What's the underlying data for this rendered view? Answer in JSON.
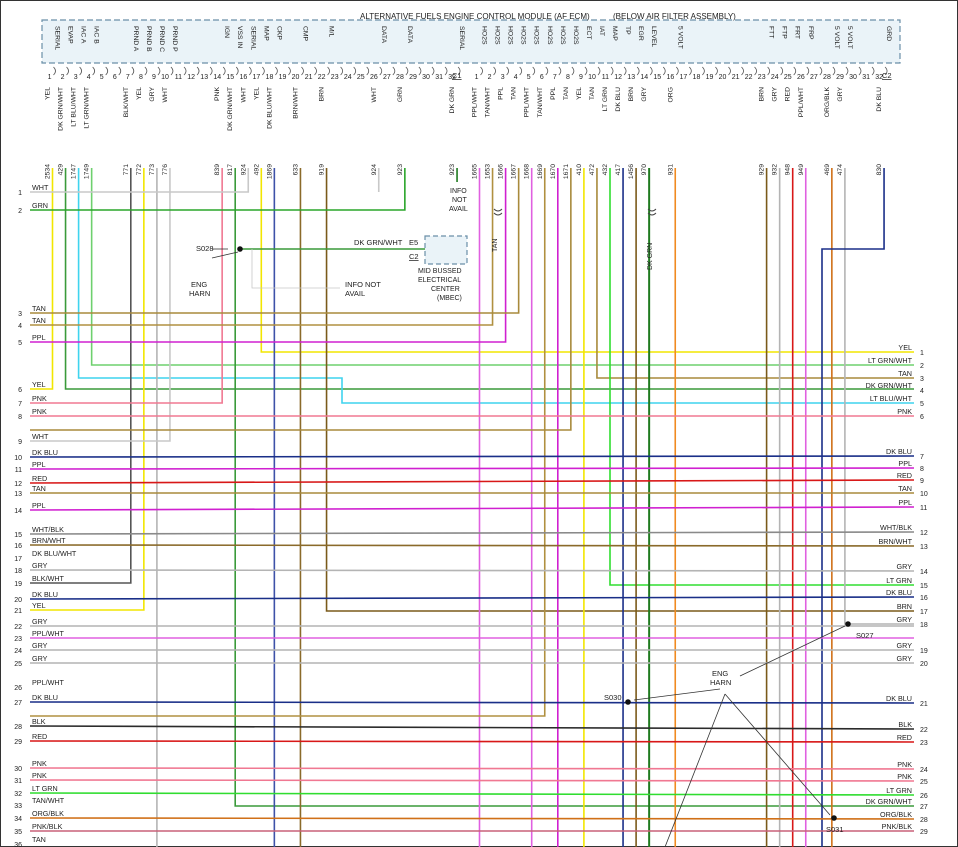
{
  "module": {
    "title": "ALTERNATIVE FUELS ENGINE CONTROL MODULE (AF ECM)",
    "subtitle": "(BELOW AIR FILTER ASSEMBLY)",
    "c1_label": "C1",
    "c2_label": "C2"
  },
  "colors": {
    "YEL": "#f2e600",
    "DK GRN/WHT": "#3a9a3a",
    "LT BLU/WHT": "#3fd4ee",
    "LT GRN/WHT": "#6ed06e",
    "BLK/WHT": "#555555",
    "GRY": "#b4b4b4",
    "WHT": "#c8c8c8",
    "PNK": "#f07892",
    "BRN/WHT": "#8a6a2a",
    "BRN": "#7a5a1a",
    "DK GRN": "#1f7a1f",
    "PPL/WHT": "#e060e0",
    "TAN/WHT": "#b09040",
    "PPL": "#d020d0",
    "TAN": "#a88a3c",
    "LT GRN": "#30dd30",
    "DK BLU": "#1a2f88",
    "ORG": "#f08a20",
    "RED": "#d81818",
    "ORG/BLK": "#d07018",
    "GRN": "#2aa52a",
    "BLK": "#2b2b2b",
    "WHT/BLK": "#8a8a8a",
    "DK BLU/WHT": "#3e52a8",
    "PNK/BLK": "#c86078"
  },
  "c1_pins": [
    {
      "pin": "1",
      "func": "SERIAL",
      "wire": "YEL",
      "circuit": "2534"
    },
    {
      "pin": "2",
      "func": "EVAP",
      "wire": "DK GRN/WHT",
      "circuit": "429"
    },
    {
      "pin": "3",
      "func": "IAC A",
      "wire": "LT BLU/WHT",
      "circuit": "1747"
    },
    {
      "pin": "4",
      "func": "IAC B",
      "wire": "LT GRN/WHT",
      "circuit": "1749"
    },
    {
      "pin": "5",
      "func": "",
      "wire": "",
      "circuit": ""
    },
    {
      "pin": "6",
      "func": "",
      "wire": "",
      "circuit": ""
    },
    {
      "pin": "7",
      "func": "PRND A",
      "wire": "BLK/WHT",
      "circuit": "771"
    },
    {
      "pin": "8",
      "func": "PRND B",
      "wire": "YEL",
      "circuit": "772"
    },
    {
      "pin": "9",
      "func": "PRND C",
      "wire": "GRY",
      "circuit": "773"
    },
    {
      "pin": "10",
      "func": "PRND P",
      "wire": "WHT",
      "circuit": "776"
    },
    {
      "pin": "11",
      "func": "",
      "wire": "",
      "circuit": ""
    },
    {
      "pin": "12",
      "func": "",
      "wire": "",
      "circuit": ""
    },
    {
      "pin": "13",
      "func": "",
      "wire": "",
      "circuit": ""
    },
    {
      "pin": "14",
      "func": "IGN",
      "wire": "PNK",
      "circuit": "839"
    },
    {
      "pin": "15",
      "func": "VSS IN",
      "wire": "DK GRN/WHT",
      "circuit": "817"
    },
    {
      "pin": "16",
      "func": "SERIAL",
      "wire": "WHT",
      "circuit": "924"
    },
    {
      "pin": "17",
      "func": "MAP",
      "wire": "YEL",
      "circuit": "492"
    },
    {
      "pin": "18",
      "func": "CKP",
      "wire": "DK BLU/WHT",
      "circuit": "1869"
    },
    {
      "pin": "19",
      "func": "",
      "wire": "",
      "circuit": ""
    },
    {
      "pin": "20",
      "func": "CMP",
      "wire": "BRN/WHT",
      "circuit": "633"
    },
    {
      "pin": "21",
      "func": "",
      "wire": "",
      "circuit": ""
    },
    {
      "pin": "22",
      "func": "M/L",
      "wire": "BRN",
      "circuit": "919"
    },
    {
      "pin": "23",
      "func": "",
      "wire": "",
      "circuit": ""
    },
    {
      "pin": "24",
      "func": "",
      "wire": "",
      "circuit": ""
    },
    {
      "pin": "25",
      "func": "",
      "wire": "",
      "circuit": ""
    },
    {
      "pin": "26",
      "func": "DATA",
      "wire": "WHT",
      "circuit": "924"
    },
    {
      "pin": "27",
      "func": "",
      "wire": "",
      "circuit": ""
    },
    {
      "pin": "28",
      "func": "DATA",
      "wire": "GRN",
      "circuit": "923"
    },
    {
      "pin": "29",
      "func": "",
      "wire": "",
      "circuit": ""
    },
    {
      "pin": "30",
      "func": "",
      "wire": "",
      "circuit": ""
    },
    {
      "pin": "31",
      "func": "",
      "wire": "",
      "circuit": ""
    },
    {
      "pin": "32",
      "func": "SERIAL",
      "wire": "DK GRN",
      "circuit": "923"
    }
  ],
  "c2_pins": [
    {
      "pin": "1",
      "func": "HO2S",
      "wire": "PPL/WHT",
      "circuit": "1665"
    },
    {
      "pin": "2",
      "func": "HO2S",
      "wire": "TAN/WHT",
      "circuit": "1653"
    },
    {
      "pin": "3",
      "func": "HO2S",
      "wire": "PPL",
      "circuit": "1666"
    },
    {
      "pin": "4",
      "func": "HO2S",
      "wire": "TAN",
      "circuit": "1667"
    },
    {
      "pin": "5",
      "func": "HO2S",
      "wire": "PPL/WHT",
      "circuit": "1668"
    },
    {
      "pin": "6",
      "func": "HO2S",
      "wire": "TAN/WHT",
      "circuit": "1669"
    },
    {
      "pin": "7",
      "func": "HO2S",
      "wire": "PPL",
      "circuit": "1670"
    },
    {
      "pin": "8",
      "func": "HO2S",
      "wire": "TAN",
      "circuit": "1671"
    },
    {
      "pin": "9",
      "func": "ECT",
      "wire": "YEL",
      "circuit": "410"
    },
    {
      "pin": "10",
      "func": "IAT",
      "wire": "TAN",
      "circuit": "472"
    },
    {
      "pin": "11",
      "func": "MAP",
      "wire": "LT GRN",
      "circuit": "432"
    },
    {
      "pin": "12",
      "func": "TP",
      "wire": "DK BLU",
      "circuit": "417"
    },
    {
      "pin": "13",
      "func": "EGR",
      "wire": "BRN",
      "circuit": "1456"
    },
    {
      "pin": "14",
      "func": "LEVEL",
      "wire": "GRY",
      "circuit": "970"
    },
    {
      "pin": "15",
      "func": "",
      "wire": "",
      "circuit": ""
    },
    {
      "pin": "16",
      "func": "5 VOLT",
      "wire": "ORG",
      "circuit": "931"
    },
    {
      "pin": "17",
      "func": "",
      "wire": "",
      "circuit": ""
    },
    {
      "pin": "18",
      "func": "",
      "wire": "",
      "circuit": ""
    },
    {
      "pin": "19",
      "func": "",
      "wire": "",
      "circuit": ""
    },
    {
      "pin": "20",
      "func": "",
      "wire": "",
      "circuit": ""
    },
    {
      "pin": "21",
      "func": "",
      "wire": "",
      "circuit": ""
    },
    {
      "pin": "22",
      "func": "",
      "wire": "",
      "circuit": ""
    },
    {
      "pin": "23",
      "func": "FTT",
      "wire": "BRN",
      "circuit": "929"
    },
    {
      "pin": "24",
      "func": "FTP",
      "wire": "GRY",
      "circuit": "932"
    },
    {
      "pin": "25",
      "func": "FRT",
      "wire": "RED",
      "circuit": "948"
    },
    {
      "pin": "26",
      "func": "FRP",
      "wire": "PPL/WHT",
      "circuit": "949"
    },
    {
      "pin": "27",
      "func": "",
      "wire": "",
      "circuit": ""
    },
    {
      "pin": "28",
      "func": "5 VOLT",
      "wire": "ORG/BLK",
      "circuit": "469"
    },
    {
      "pin": "29",
      "func": "5 VOLT",
      "wire": "GRY",
      "circuit": "474"
    },
    {
      "pin": "30",
      "func": "",
      "wire": "",
      "circuit": ""
    },
    {
      "pin": "31",
      "func": "",
      "wire": "",
      "circuit": ""
    },
    {
      "pin": "32",
      "func": "GRD",
      "wire": "DK BLU",
      "circuit": "830"
    }
  ],
  "left_wires": [
    {
      "n": "1",
      "color": "WHT"
    },
    {
      "n": "2",
      "color": "GRN"
    },
    {
      "n": "3",
      "color": "TAN"
    },
    {
      "n": "4",
      "color": "TAN"
    },
    {
      "n": "5",
      "color": "PPL"
    },
    {
      "n": "6",
      "color": "YEL"
    },
    {
      "n": "7",
      "color": "PNK"
    },
    {
      "n": "8",
      "color": "PNK"
    },
    {
      "n": "9",
      "color": "WHT"
    },
    {
      "n": "10",
      "color": "DK BLU"
    },
    {
      "n": "11",
      "color": "PPL"
    },
    {
      "n": "12",
      "color": "RED"
    },
    {
      "n": "13",
      "color": "TAN"
    },
    {
      "n": "14",
      "color": "PPL"
    },
    {
      "n": "15",
      "color": "WHT/BLK"
    },
    {
      "n": "16",
      "color": "BRN/WHT"
    },
    {
      "n": "17",
      "color": "DK BLU/WHT"
    },
    {
      "n": "18",
      "color": "GRY"
    },
    {
      "n": "19",
      "color": "BLK/WHT"
    },
    {
      "n": "20",
      "color": "DK BLU"
    },
    {
      "n": "21",
      "color": "YEL"
    },
    {
      "n": "22",
      "color": "GRY"
    },
    {
      "n": "23",
      "color": "PPL/WHT"
    },
    {
      "n": "24",
      "color": "GRY"
    },
    {
      "n": "25",
      "color": "GRY"
    },
    {
      "n": "26",
      "color": "PPL/WHT"
    },
    {
      "n": "27",
      "color": "DK BLU"
    },
    {
      "n": "28",
      "color": "BLK"
    },
    {
      "n": "29",
      "color": "RED"
    },
    {
      "n": "30",
      "color": "PNK"
    },
    {
      "n": "31",
      "color": "PNK"
    },
    {
      "n": "32",
      "color": "LT GRN"
    },
    {
      "n": "33",
      "color": "TAN/WHT"
    },
    {
      "n": "34",
      "color": "ORG/BLK"
    },
    {
      "n": "35",
      "color": "PNK/BLK"
    },
    {
      "n": "36",
      "color": "TAN"
    }
  ],
  "right_wires": [
    {
      "n": "1",
      "color": "YEL"
    },
    {
      "n": "2",
      "color": "LT GRN/WHT"
    },
    {
      "n": "3",
      "color": "TAN"
    },
    {
      "n": "4",
      "color": "DK GRN/WHT"
    },
    {
      "n": "5",
      "color": "LT BLU/WHT"
    },
    {
      "n": "6",
      "color": "PNK"
    },
    {
      "n": "7",
      "color": "DK BLU"
    },
    {
      "n": "8",
      "color": "PPL"
    },
    {
      "n": "9",
      "color": "RED"
    },
    {
      "n": "10",
      "color": "TAN"
    },
    {
      "n": "11",
      "color": "PPL"
    },
    {
      "n": "12",
      "color": "WHT/BLK"
    },
    {
      "n": "13",
      "color": "BRN/WHT"
    },
    {
      "n": "14",
      "color": "GRY"
    },
    {
      "n": "15",
      "color": "LT GRN"
    },
    {
      "n": "16",
      "color": "DK BLU"
    },
    {
      "n": "17",
      "color": "BRN"
    },
    {
      "n": "18",
      "color": "GRY"
    },
    {
      "n": "19",
      "color": "GRY"
    },
    {
      "n": "20",
      "color": "GRY"
    },
    {
      "n": "21",
      "color": "DK BLU"
    },
    {
      "n": "22",
      "color": "BLK"
    },
    {
      "n": "23",
      "color": "RED"
    },
    {
      "n": "24",
      "color": "PNK"
    },
    {
      "n": "25",
      "color": "PNK"
    },
    {
      "n": "26",
      "color": "LT GRN"
    },
    {
      "n": "27",
      "color": "DK GRN/WHT"
    },
    {
      "n": "28",
      "color": "ORG/BLK"
    },
    {
      "n": "29",
      "color": "PNK/BLK"
    }
  ],
  "splices": {
    "s028": "S028",
    "s027": "S027",
    "s030": "S030",
    "s031": "S031"
  },
  "annotations": {
    "info_not_avail_1a": "INFO",
    "info_not_avail_1b": "NOT",
    "info_not_avail_1c": "AVAIL",
    "info_not_avail_2a": "INFO NOT",
    "info_not_avail_2b": "AVAIL",
    "eng_harn_1a": "ENG",
    "eng_harn_1b": "HARN",
    "eng_harn_2a": "ENG",
    "eng_harn_2b": "HARN",
    "mbec_e5": "E5",
    "mbec_c2": "C2",
    "mbec_wire": "DK GRN/WHT",
    "mbec_l1": "MID BUSSED",
    "mbec_l2": "ELECTRICAL",
    "mbec_l3": "CENTER",
    "mbec_l4": "(MBEC)",
    "tan_vertical": "TAN",
    "dkgrn_vertical": "DK GRN"
  }
}
